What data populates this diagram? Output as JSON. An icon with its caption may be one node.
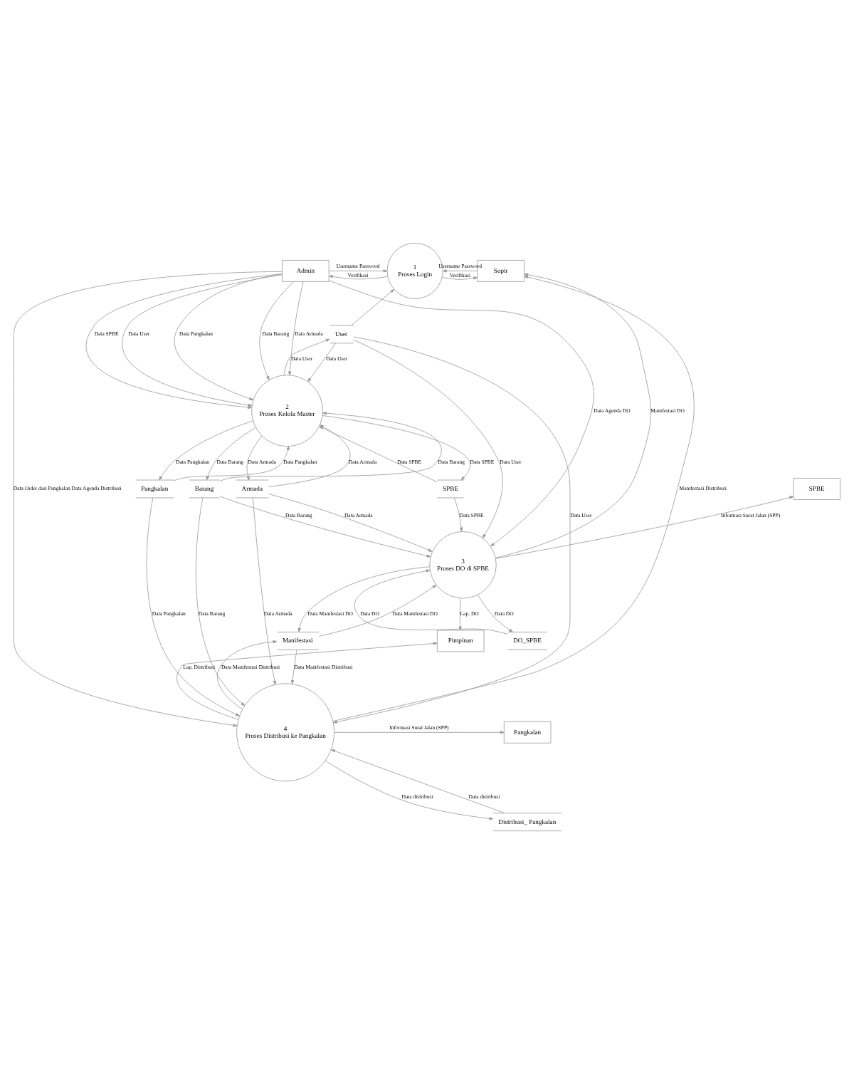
{
  "diagram": {
    "nodes": [
      {
        "text": [
          "Admin"
        ]
      },
      {
        "text": [
          "1",
          "Proses Login"
        ]
      },
      {
        "text": [
          "Sopir"
        ]
      },
      {
        "text": [
          "User"
        ]
      },
      {
        "text": [
          "2",
          "Proses Kelola Master"
        ]
      },
      {
        "text": [
          "Pangkalan"
        ]
      },
      {
        "text": [
          "Armada"
        ]
      },
      {
        "text": [
          "SPBE"
        ]
      },
      {
        "text": [
          "SPBE"
        ]
      },
      {
        "text": [
          "Barang"
        ]
      },
      {
        "text": [
          "3",
          "Proses DO di SPBE"
        ]
      },
      {
        "text": [
          "DO_SPBE"
        ]
      },
      {
        "text": [
          "Pimpinan"
        ]
      },
      {
        "text": [
          "Manifestasi"
        ]
      },
      {
        "text": [
          "Pangkalan"
        ]
      },
      {
        "text": [
          "4",
          "Proses Distribusi ke Pangkalan"
        ]
      },
      {
        "text": [
          "Distribusi_ Pangkalan"
        ]
      }
    ],
    "edges": [
      {
        "from": 0,
        "to": 1,
        "arrow": "to",
        "label": "Username Password"
      },
      {
        "from": 1,
        "to": 0,
        "arrow": "to",
        "label": "Verifikasi"
      },
      {
        "from": 2,
        "to": 1,
        "arrow": "to",
        "label": "Username Password"
      },
      {
        "from": 1,
        "to": 2,
        "arrow": "to",
        "label": "Verifikasi"
      },
      {
        "from": 3,
        "to": 1,
        "arrow": "to"
      },
      {
        "from": 0,
        "to": 4,
        "arrow": "to",
        "label": "Data User"
      },
      {
        "from": 0,
        "to": 4,
        "arrow": "to",
        "label": "Data Pangkalan"
      },
      {
        "from": 0,
        "to": 4,
        "arrow": "to",
        "label": "Data Armada"
      },
      {
        "from": 0,
        "to": 4,
        "arrow": "to",
        "label": "Data SPBE"
      },
      {
        "from": 0,
        "to": 4,
        "arrow": "to",
        "label": "Data Barang"
      },
      {
        "from": 4,
        "to": 3,
        "arrow": "to",
        "label": "Data User"
      },
      {
        "from": 3,
        "to": 4,
        "arrow": "to",
        "label": "Data User"
      },
      {
        "from": 4,
        "to": 5,
        "arrow": "to",
        "label": "Data Pangkalan"
      },
      {
        "from": 5,
        "to": 4,
        "arrow": "to",
        "label": "Data Pangkalan"
      },
      {
        "from": 6,
        "to": 4,
        "arrow": "to",
        "label": "Data Armada"
      },
      {
        "from": 4,
        "to": 6,
        "arrow": "to",
        "label": "Data Armada"
      },
      {
        "from": 10,
        "to": 7,
        "arrow": "to",
        "label": "Informasi Surat Jalan (SPP)"
      },
      {
        "from": 9,
        "to": 4,
        "arrow": "to",
        "label": "Data Barang"
      },
      {
        "from": 4,
        "to": 9,
        "arrow": "to",
        "label": "Data Barang"
      },
      {
        "from": 8,
        "to": 4,
        "arrow": "to",
        "label": "Data SPBE"
      },
      {
        "from": 4,
        "to": 8,
        "arrow": "to",
        "label": "Data SPBE"
      },
      {
        "from": 8,
        "to": 10,
        "arrow": "to",
        "label": "Data SPBE"
      },
      {
        "from": 3,
        "to": 10,
        "arrow": "to",
        "label": "Data User"
      },
      {
        "from": 9,
        "to": 10,
        "arrow": "to",
        "label": "Data Barang"
      },
      {
        "from": 0,
        "to": 10,
        "arrow": "to",
        "label": "Data Agenda DO"
      },
      {
        "from": 6,
        "to": 10,
        "arrow": "to",
        "label": "Data Armada"
      },
      {
        "from": 10,
        "to": 2,
        "arrow": "to",
        "label": "Manifestasi DO"
      },
      {
        "from": 10,
        "to": 11,
        "arrow": "to",
        "label": "Data DO"
      },
      {
        "from": 11,
        "to": 10,
        "arrow": "to",
        "label": "Data DO"
      },
      {
        "from": 10,
        "to": 12,
        "arrow": "to",
        "label": "Lap. DO"
      },
      {
        "from": 10,
        "to": 13,
        "arrow": "to",
        "label": "Data Manifestasi DO"
      },
      {
        "from": 13,
        "to": 10,
        "arrow": "to",
        "label": "Data Manifestasi DO"
      },
      {
        "from": 15,
        "to": 12,
        "arrow": "to",
        "label": "Lap. Distribusi"
      },
      {
        "from": 6,
        "to": 15,
        "arrow": "to",
        "label": "Data Armada"
      },
      {
        "from": 5,
        "to": 15,
        "arrow": "to",
        "label": "Data Pangkalan"
      },
      {
        "from": 3,
        "to": 15,
        "arrow": "to",
        "label": "Data User"
      },
      {
        "from": 15,
        "to": 2,
        "arrow": "to",
        "label": "Manifestasi Distribusi"
      },
      {
        "from": 15,
        "to": 13,
        "arrow": "to",
        "label": "Data Manifestasi Distribusi"
      },
      {
        "from": 13,
        "to": 15,
        "arrow": "to",
        "label": "Data Manifestasi Distribusi"
      },
      {
        "from": 0,
        "to": 15,
        "arrow": "to",
        "label": "Data Order dari Pangkalan Data Agenda Distribusi"
      },
      {
        "from": 9,
        "to": 15,
        "arrow": "to",
        "label": "Data Barang"
      },
      {
        "from": 15,
        "to": 14,
        "arrow": "to",
        "label": "Informasi Surat Jalan (SPP)"
      },
      {
        "from": 15,
        "to": 16,
        "arrow": "to",
        "label": "Data distribusi"
      },
      {
        "from": 16,
        "to": 15,
        "arrow": "to",
        "label": "Data distribusi"
      }
    ]
  }
}
